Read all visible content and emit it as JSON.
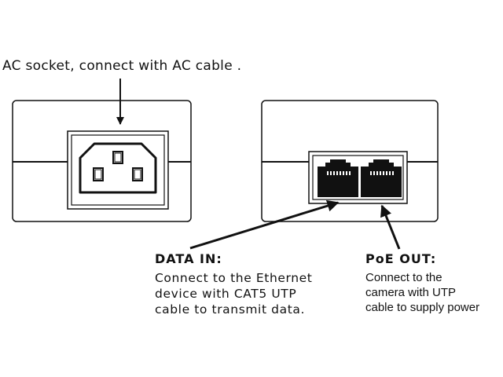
{
  "labels": {
    "ac_socket": "AC socket, connect with AC cable .",
    "data_in": {
      "title": "DATA IN:",
      "lines": [
        "Connect to the Ethernet",
        "device with CAT5 UTP",
        "cable to transmit data."
      ]
    },
    "poe_out": {
      "title": "PoE OUT:",
      "lines": [
        "Connect to the",
        "camera with UTP",
        "cable to supply power"
      ]
    }
  },
  "colors": {
    "line": "#111111",
    "port": "#111111",
    "background": "#ffffff"
  },
  "icons": [
    "ac-socket-icon",
    "rj45-port-icon",
    "arrow-icon"
  ]
}
